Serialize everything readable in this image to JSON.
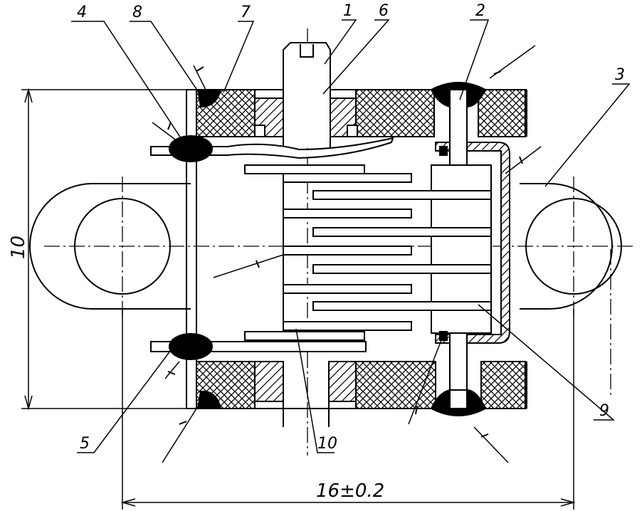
{
  "callouts": {
    "n1": "1",
    "n2": "2",
    "n3": "3",
    "n4": "4",
    "n5": "5",
    "n6": "6",
    "n7": "7",
    "n8": "8",
    "n9": "9",
    "n10": "10"
  },
  "dimensions": {
    "height": "10",
    "width": "16±0.2"
  },
  "colors": {
    "ink": "#000000",
    "paper": "#ffffff"
  }
}
